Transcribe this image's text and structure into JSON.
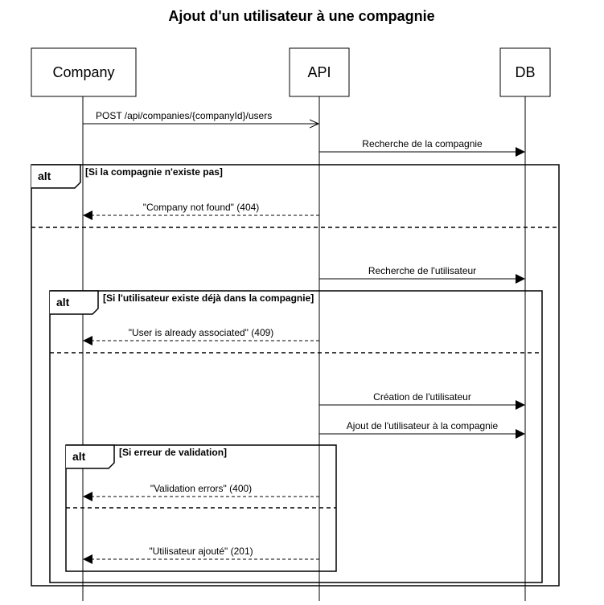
{
  "title": "Ajout d'un utilisateur à une compagnie",
  "participants": [
    {
      "id": "company",
      "label": "Company"
    },
    {
      "id": "api",
      "label": "API"
    },
    {
      "id": "db",
      "label": "DB"
    }
  ],
  "messages": [
    {
      "id": "m1",
      "from": "company",
      "to": "api",
      "label": "POST /api/companies/{companyId}/users",
      "style": "async"
    },
    {
      "id": "m2",
      "from": "api",
      "to": "db",
      "label": "Recherche de la compagnie",
      "style": "sync"
    },
    {
      "id": "m3",
      "from": "api",
      "to": "company",
      "label": "\"Company not found\" (404)",
      "style": "return"
    },
    {
      "id": "m4",
      "from": "api",
      "to": "db",
      "label": "Recherche de l'utilisateur",
      "style": "sync"
    },
    {
      "id": "m5",
      "from": "api",
      "to": "company",
      "label": "\"User is already associated\" (409)",
      "style": "return"
    },
    {
      "id": "m6",
      "from": "api",
      "to": "db",
      "label": "Création de l'utilisateur",
      "style": "sync"
    },
    {
      "id": "m7",
      "from": "api",
      "to": "db",
      "label": "Ajout de l'utilisateur à la compagnie",
      "style": "sync"
    },
    {
      "id": "m8",
      "from": "api",
      "to": "company",
      "label": "\"Validation errors\" (400)",
      "style": "return"
    },
    {
      "id": "m9",
      "from": "api",
      "to": "company",
      "label": "\"Utilisateur ajouté\" (201)",
      "style": "return"
    }
  ],
  "frames": [
    {
      "id": "f1",
      "operator": "alt",
      "guard": "[Si la compagnie n'existe pas]"
    },
    {
      "id": "f2",
      "operator": "alt",
      "guard": "[Si l'utilisateur existe déjà dans la compagnie]"
    },
    {
      "id": "f3",
      "operator": "alt",
      "guard": "[Si erreur de validation]"
    }
  ]
}
